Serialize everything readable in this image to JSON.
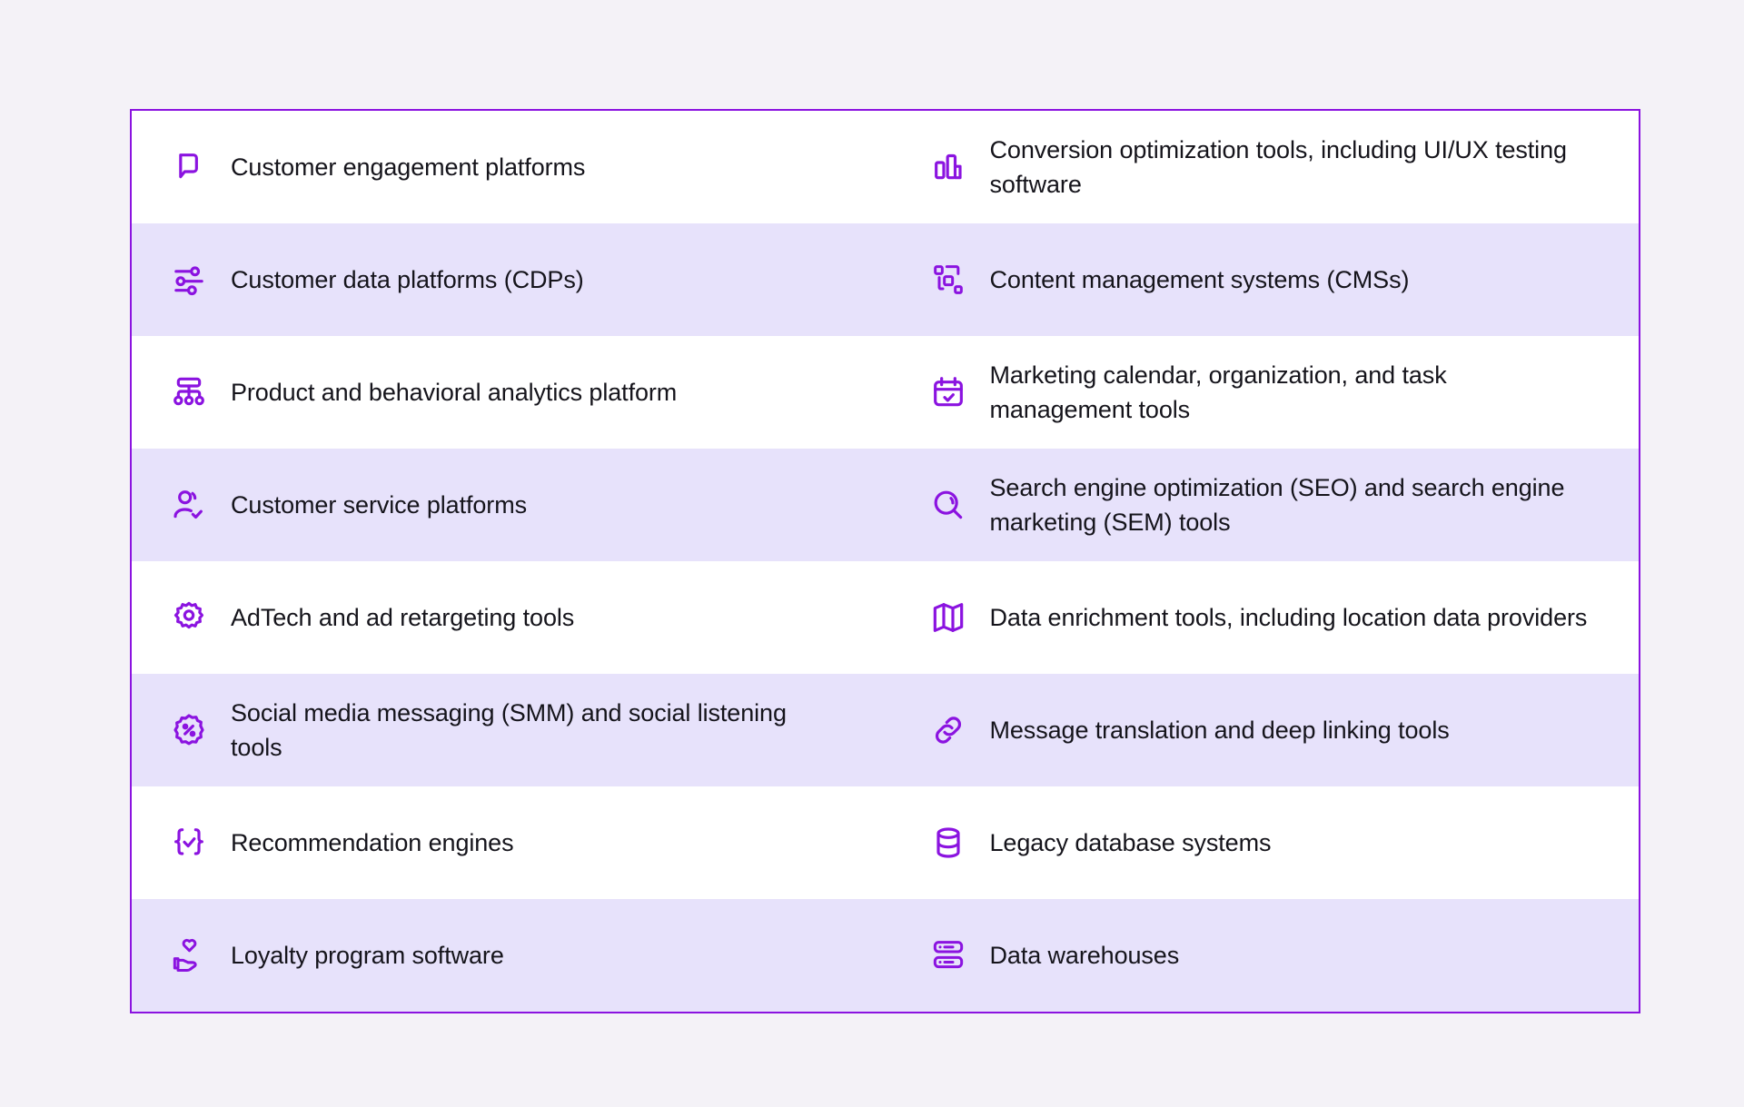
{
  "theme": {
    "page_background": "#f4f2f7",
    "card_background": "#ffffff",
    "stripe_background": "#e7e2fb",
    "border_color": "#8b13e0",
    "icon_color": "#8b13e0",
    "text_color": "#15141b"
  },
  "matrix": {
    "rows": [
      {
        "left": {
          "icon": "chat-bubble-icon",
          "label": "Customer engagement platforms"
        },
        "right": {
          "icon": "bar-chart-icon",
          "label": "Conversion optimization tools, including UI/UX testing software"
        }
      },
      {
        "left": {
          "icon": "data-nodes-icon",
          "label": "Customer data platforms (CDPs)"
        },
        "right": {
          "icon": "content-blocks-icon",
          "label": "Content management systems (CMSs)"
        }
      },
      {
        "left": {
          "icon": "org-hierarchy-icon",
          "label": "Product and behavioral analytics platform"
        },
        "right": {
          "icon": "calendar-check-icon",
          "label": "Marketing calendar, organization, and task management tools"
        }
      },
      {
        "left": {
          "icon": "user-check-icon",
          "label": "Customer service platforms"
        },
        "right": {
          "icon": "search-icon",
          "label": "Search engine optimization (SEO) and search engine marketing (SEM) tools"
        }
      },
      {
        "left": {
          "icon": "gear-icon",
          "label": "AdTech and ad retargeting tools"
        },
        "right": {
          "icon": "map-icon",
          "label": "Data enrichment tools, including location data providers"
        }
      },
      {
        "left": {
          "icon": "percent-badge-icon",
          "label": "Social media messaging (SMM) and social listening tools"
        },
        "right": {
          "icon": "link-icon",
          "label": "Message translation and deep linking tools"
        }
      },
      {
        "left": {
          "icon": "braces-check-icon",
          "label": "Recommendation engines"
        },
        "right": {
          "icon": "database-icon",
          "label": "Legacy database systems"
        }
      },
      {
        "left": {
          "icon": "hand-heart-icon",
          "label": "Loyalty program software"
        },
        "right": {
          "icon": "server-stack-icon",
          "label": "Data warehouses"
        }
      }
    ]
  }
}
